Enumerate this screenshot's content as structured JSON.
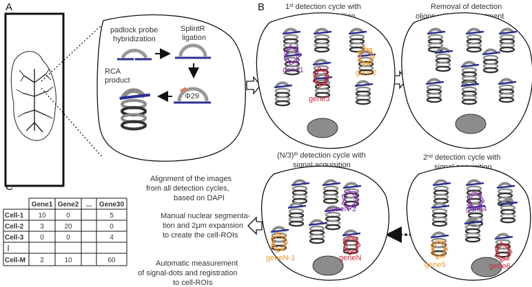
{
  "panels": {
    "a": {
      "letter": "A"
    },
    "b": {
      "letter": "B"
    },
    "c": {
      "letter": "C"
    }
  },
  "panel_a": {
    "step_padlock": "padlock probe",
    "step_padlock_2": "hybridization",
    "step_splintr": "SplintR",
    "step_splintr_2": "ligation",
    "step_rca": "RCA",
    "step_rca_2": "product",
    "phi29": "Φ29"
  },
  "cells": {
    "cycle1_title": "1",
    "cycle1_title_sup": "st",
    "cycle1_title_rest": " detection cycle with",
    "cycle1_title_2": "signal acquisition",
    "removal_title": "Removal of detection",
    "removal_title_2": "oligos with UNG treatment",
    "cycle2_title": "2",
    "cycle2_title_sup": "nd",
    "cycle2_title_rest": " detection cycle with",
    "cycle2_title_2": "signal acquisition",
    "cycleN_title": "(N/3)",
    "cycleN_title_sup": "th",
    "cycleN_title_rest": " detection cycle with",
    "cycleN_title_2": "signal acquisition"
  },
  "genes": {
    "gene1": "gene1",
    "gene2": "gene2",
    "gene3": "gene3",
    "gene4": "gene4",
    "gene5": "gene5",
    "gene6": "gene6",
    "geneN2": "geneN-2",
    "geneN1": "geneN-1",
    "geneN": "geneN"
  },
  "steps": {
    "align_1": "Alignment of the images",
    "align_2": "from all detection cycles,",
    "align_3": "based on DAPI",
    "seg_1": "Manual nuclear segmenta-",
    "seg_2": "tion and 2μm expansion",
    "seg_3": "to create the cell-ROIs",
    "meas_1": "Automatic measurement",
    "meas_2": "of signal-dots and registration",
    "meas_3": "to cell-ROIs"
  },
  "table": {
    "headers": [
      "",
      "Gene1",
      "Gene2",
      "...",
      "Gene30"
    ],
    "rows": [
      [
        "Cell-1",
        "10",
        "0",
        "",
        "5"
      ],
      [
        "Cell-2",
        "3",
        "20",
        "",
        "0"
      ],
      [
        "Cell-3",
        "0",
        "0",
        "",
        "4"
      ],
      [
        "⋮",
        "",
        "",
        "",
        ""
      ],
      [
        "Cell-M",
        "2",
        "10",
        "",
        "60"
      ]
    ]
  },
  "colors": {
    "dna": "#2b2f8f",
    "coil": "#8a8a8a",
    "purple": "#7a2fa0",
    "orange": "#f0962a",
    "red": "#c8283c",
    "nucleus": "#8c8c8c"
  }
}
